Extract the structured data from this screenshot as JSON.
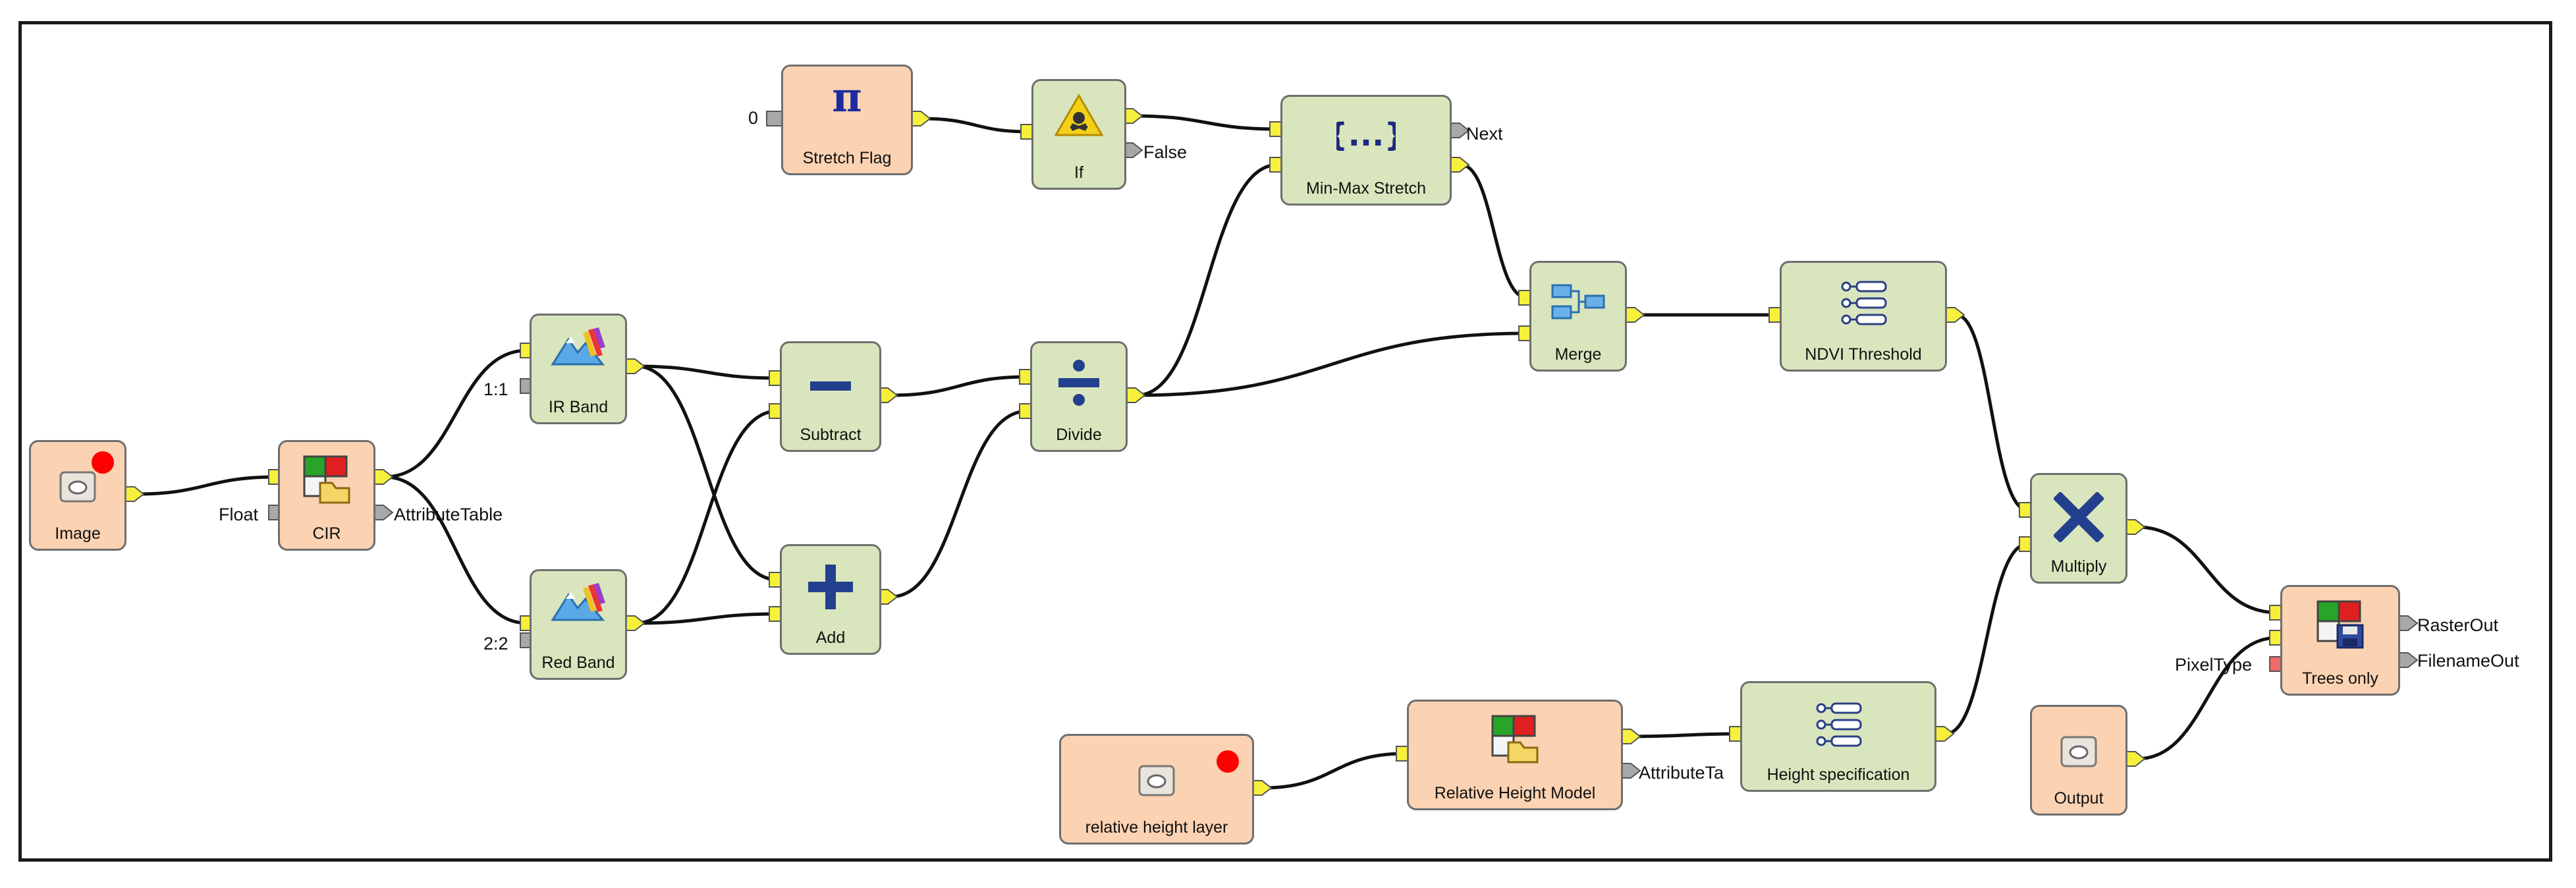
{
  "nodes": {
    "image": {
      "label": "Image"
    },
    "cir": {
      "label": "CIR"
    },
    "ir_band": {
      "label": "IR Band"
    },
    "red_band": {
      "label": "Red Band"
    },
    "subtract": {
      "label": "Subtract"
    },
    "add": {
      "label": "Add"
    },
    "divide": {
      "label": "Divide"
    },
    "stretch_flag": {
      "label": "Stretch Flag"
    },
    "if": {
      "label": "If"
    },
    "minmax": {
      "label": "Min-Max Stretch"
    },
    "merge": {
      "label": "Merge"
    },
    "ndvi": {
      "label": "NDVI Threshold"
    },
    "multiply": {
      "label": "Multiply"
    },
    "rel_height_layer": {
      "label": "relative height layer"
    },
    "rel_height_model": {
      "label": "Relative Height Model"
    },
    "height_spec": {
      "label": "Height specification"
    },
    "output": {
      "label": "Output"
    },
    "trees_only": {
      "label": "Trees only"
    }
  },
  "port_labels": {
    "cir_float": "Float",
    "cir_attr": "AttributeTable",
    "ir_band": "1:1",
    "red_band": "2:2",
    "stretch_zero": "0",
    "if_false": "False",
    "minmax_next": "Next",
    "rhm_attr": "AttributeTa",
    "trees_pixeltype": "PixelType",
    "trees_rasterout": "RasterOut",
    "trees_filenameout": "FilenameOut"
  },
  "colors": {
    "tool_node": "#d9e6bd",
    "data_node": "#fbd2b2",
    "input_port": "#f6f03c",
    "param_port": "#a8a8a8",
    "required_port": "#ee6b6b",
    "marker": "#ff0000"
  }
}
